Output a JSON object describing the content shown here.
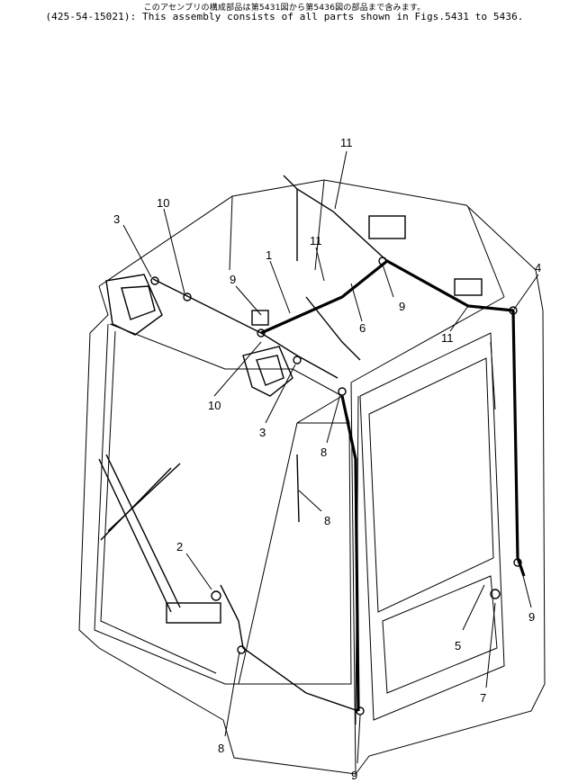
{
  "header": {
    "japanese_note": "このアセンブリの構成部品は第5431図から第5436図の部品まで含みます。",
    "english_note": "(425-54-15021): This assembly consists of all parts shown in Figs.5431 to 5436."
  },
  "callouts": [
    "11",
    "10",
    "3",
    "11",
    "1",
    "9",
    "9",
    "6",
    "4",
    "11",
    "10",
    "3",
    "8",
    "8",
    "2",
    "5",
    "9",
    "7",
    "8",
    "9"
  ]
}
